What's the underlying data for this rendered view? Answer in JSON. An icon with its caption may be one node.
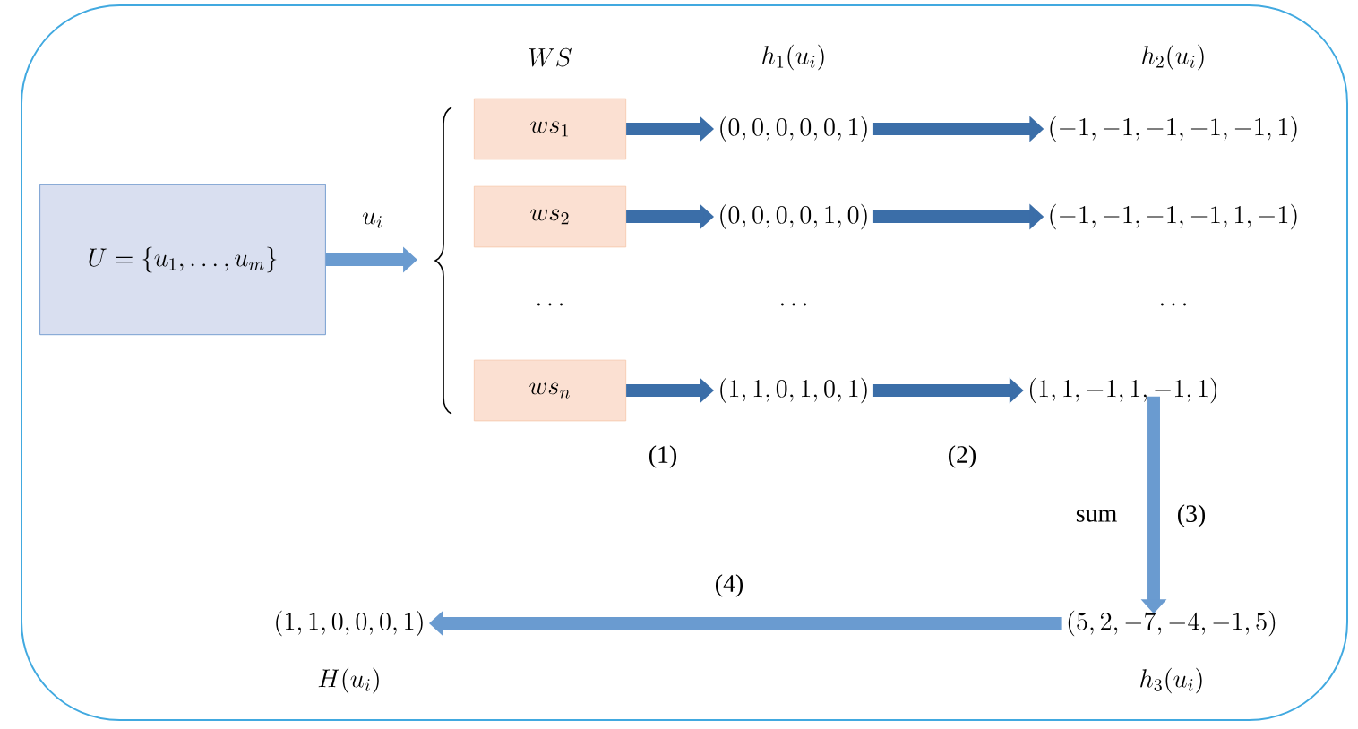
{
  "diagram": {
    "nodes": [
      {
        "text": [
          "U = \\{u_1, \\ldots, u_m\\}"
        ]
      },
      {
        "text": [
          "ws_1"
        ]
      },
      {
        "text": [
          "ws_2"
        ]
      },
      {
        "text": [
          "ws_n"
        ]
      },
      {
        "text": [
          "(0, 0, 0, 0, 0, 1)"
        ]
      },
      {
        "text": [
          "(0, 0, 0, 0, 1, 0)"
        ]
      },
      {
        "text": [
          "(1, 1, 0, 1, 0, 1)"
        ]
      },
      {
        "text": [
          "(-1, -1, -1, -1, -1, 1)"
        ]
      },
      {
        "text": [
          "(-1, -1, -1, -1, 1, -1)"
        ]
      },
      {
        "text": [
          "(1, 1, -1, 1, -1, 1)"
        ]
      },
      {
        "text": [
          "(5, 2, -7, -4, -1, 5)"
        ],
        "beside": [
          "h_3(u_i)"
        ]
      },
      {
        "text": [
          "(1, 1, 0, 0, 0, 1)"
        ],
        "beside": [
          "H(u_i)"
        ]
      }
    ],
    "edges": [
      {
        "from": 0,
        "to": null,
        "arrow": "to",
        "label": "u_i",
        "color": "#6a9bd0"
      },
      {
        "from": 1,
        "to": 4,
        "arrow": "to"
      },
      {
        "from": 2,
        "to": 5,
        "arrow": "to"
      },
      {
        "from": 3,
        "to": 6,
        "arrow": "to"
      },
      {
        "from": 4,
        "to": 7,
        "arrow": "to"
      },
      {
        "from": 5,
        "to": 8,
        "arrow": "to"
      },
      {
        "from": 6,
        "to": 9,
        "arrow": "to"
      },
      {
        "from": 9,
        "to": 10,
        "arrow": "to",
        "label": "sum",
        "color": "#6a9bd0"
      },
      {
        "from": 10,
        "to": 11,
        "arrow": "to",
        "label": "(4)",
        "color": "#6a9bd0"
      }
    ],
    "labels": [
      "WS",
      "h_1(u_i)",
      "h_2(u_i)",
      "\\ldots",
      "\\ldots",
      "\\ldots",
      "(1)",
      "(2)",
      "(3)"
    ]
  }
}
